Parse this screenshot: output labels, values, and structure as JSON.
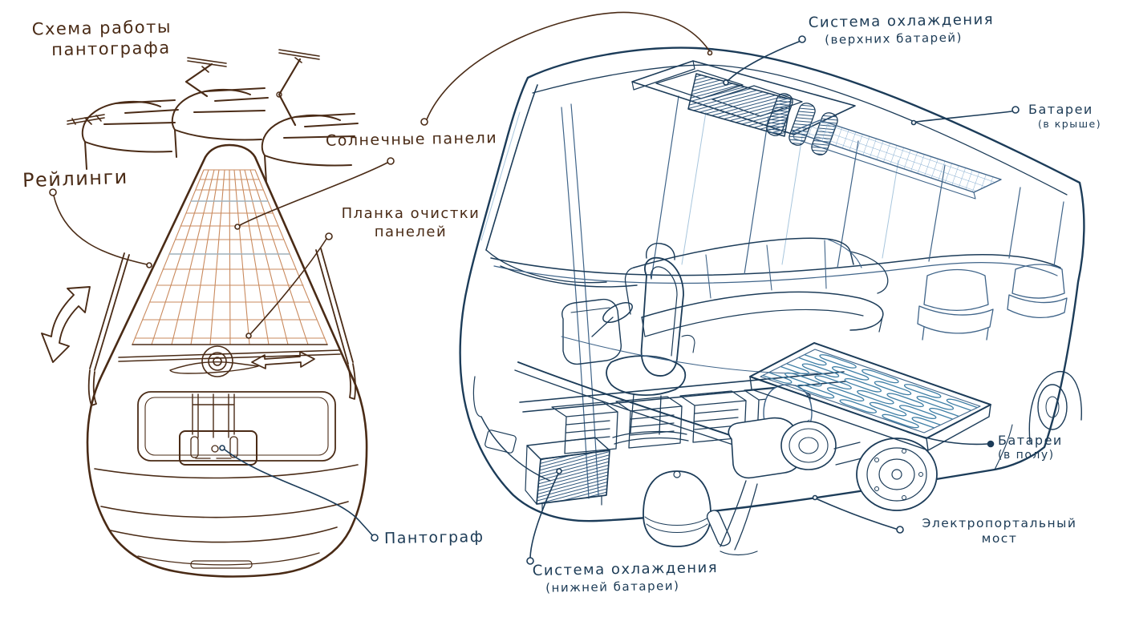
{
  "left_view": {
    "scheme_title": {
      "line1": "Схема работы",
      "line2": "пантографа"
    },
    "labels": {
      "railings": "Рейлинги",
      "solar_panels": "Солнечные панели",
      "cleaning_bar": {
        "line1": "Планка очистки",
        "line2": "панелей"
      },
      "pantograph": "Пантограф"
    }
  },
  "right_view": {
    "labels": {
      "cooling_top": {
        "line1": "Система охлаждения",
        "line2": "(верхних батарей)"
      },
      "batteries_roof": {
        "line1": "Батареи",
        "line2": "(в крыше)"
      },
      "batteries_floor": {
        "line1": "Батареи",
        "line2": "(в полу)"
      },
      "portal_axle": {
        "line1": "Электропортальный",
        "line2": "мост"
      },
      "cooling_bottom": {
        "line1": "Система охлаждения",
        "line2": "(нижней батареи)"
      }
    }
  },
  "colors": {
    "left_ink": "#4a2b16",
    "left_panel_grid": "#c98a5e",
    "right_ink": "#1c3c59",
    "right_ink_light": "#3f6489",
    "battery_blue": "#3f7fa6"
  }
}
